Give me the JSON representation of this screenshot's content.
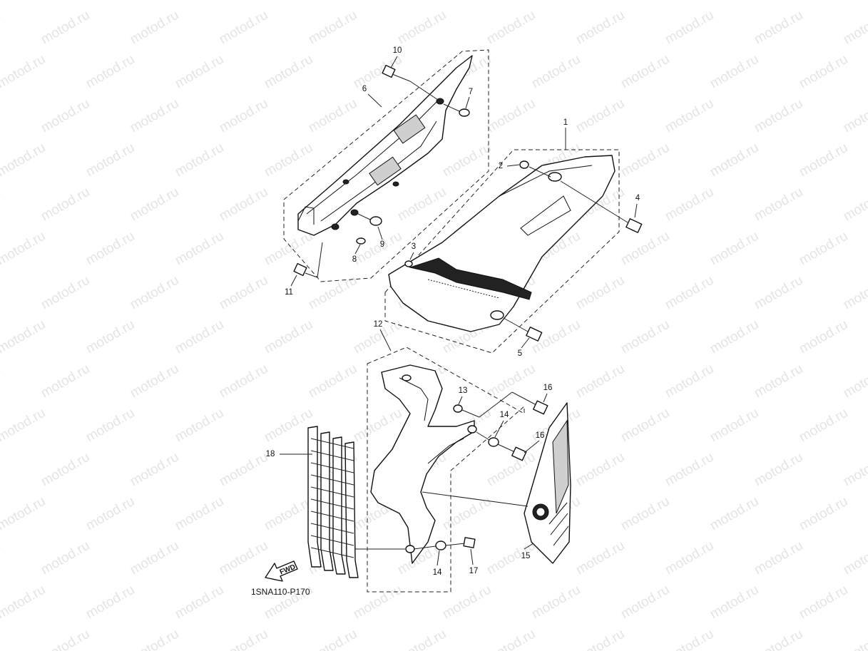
{
  "watermark": "motod.ru",
  "diagram_code": "1SNA110-P170",
  "fwd_label": "FWD",
  "callouts": [
    "1",
    "2",
    "3",
    "4",
    "5",
    "6",
    "7",
    "8",
    "9",
    "10",
    "11",
    "12",
    "13",
    "14",
    "15",
    "16",
    "17",
    "18"
  ],
  "callout_14b": "14",
  "callout_16b": "16"
}
